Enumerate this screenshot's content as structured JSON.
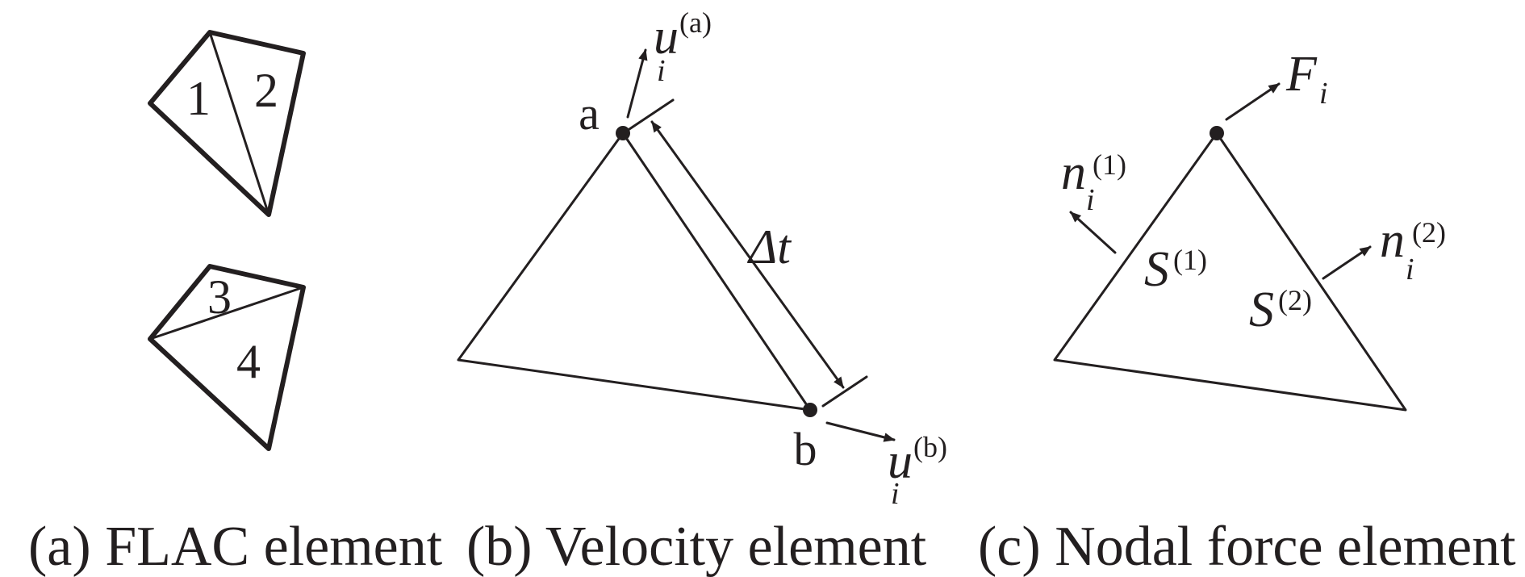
{
  "panels": {
    "a": {
      "caption": "(a) FLAC element",
      "zone_labels": [
        "1",
        "2",
        "3",
        "4"
      ]
    },
    "b": {
      "caption": "(b) Velocity element",
      "node_a_label": "a",
      "node_b_label": "b",
      "vel_a": {
        "base": "u",
        "sub": "i",
        "sup": "(a)"
      },
      "vel_b": {
        "base": "u",
        "sub": "i",
        "sup": "(b)"
      },
      "dt_label": "Δt"
    },
    "c": {
      "caption": "(c) Nodal force element",
      "force": {
        "base": "F",
        "sub": "i"
      },
      "normal_1": {
        "base": "n",
        "sub": "i",
        "sup": "(1)"
      },
      "normal_2": {
        "base": "n",
        "sub": "i",
        "sup": "(2)"
      },
      "side_1": {
        "base": "S",
        "sup": "(1)"
      },
      "side_2": {
        "base": "S",
        "sup": "(2)"
      }
    }
  }
}
